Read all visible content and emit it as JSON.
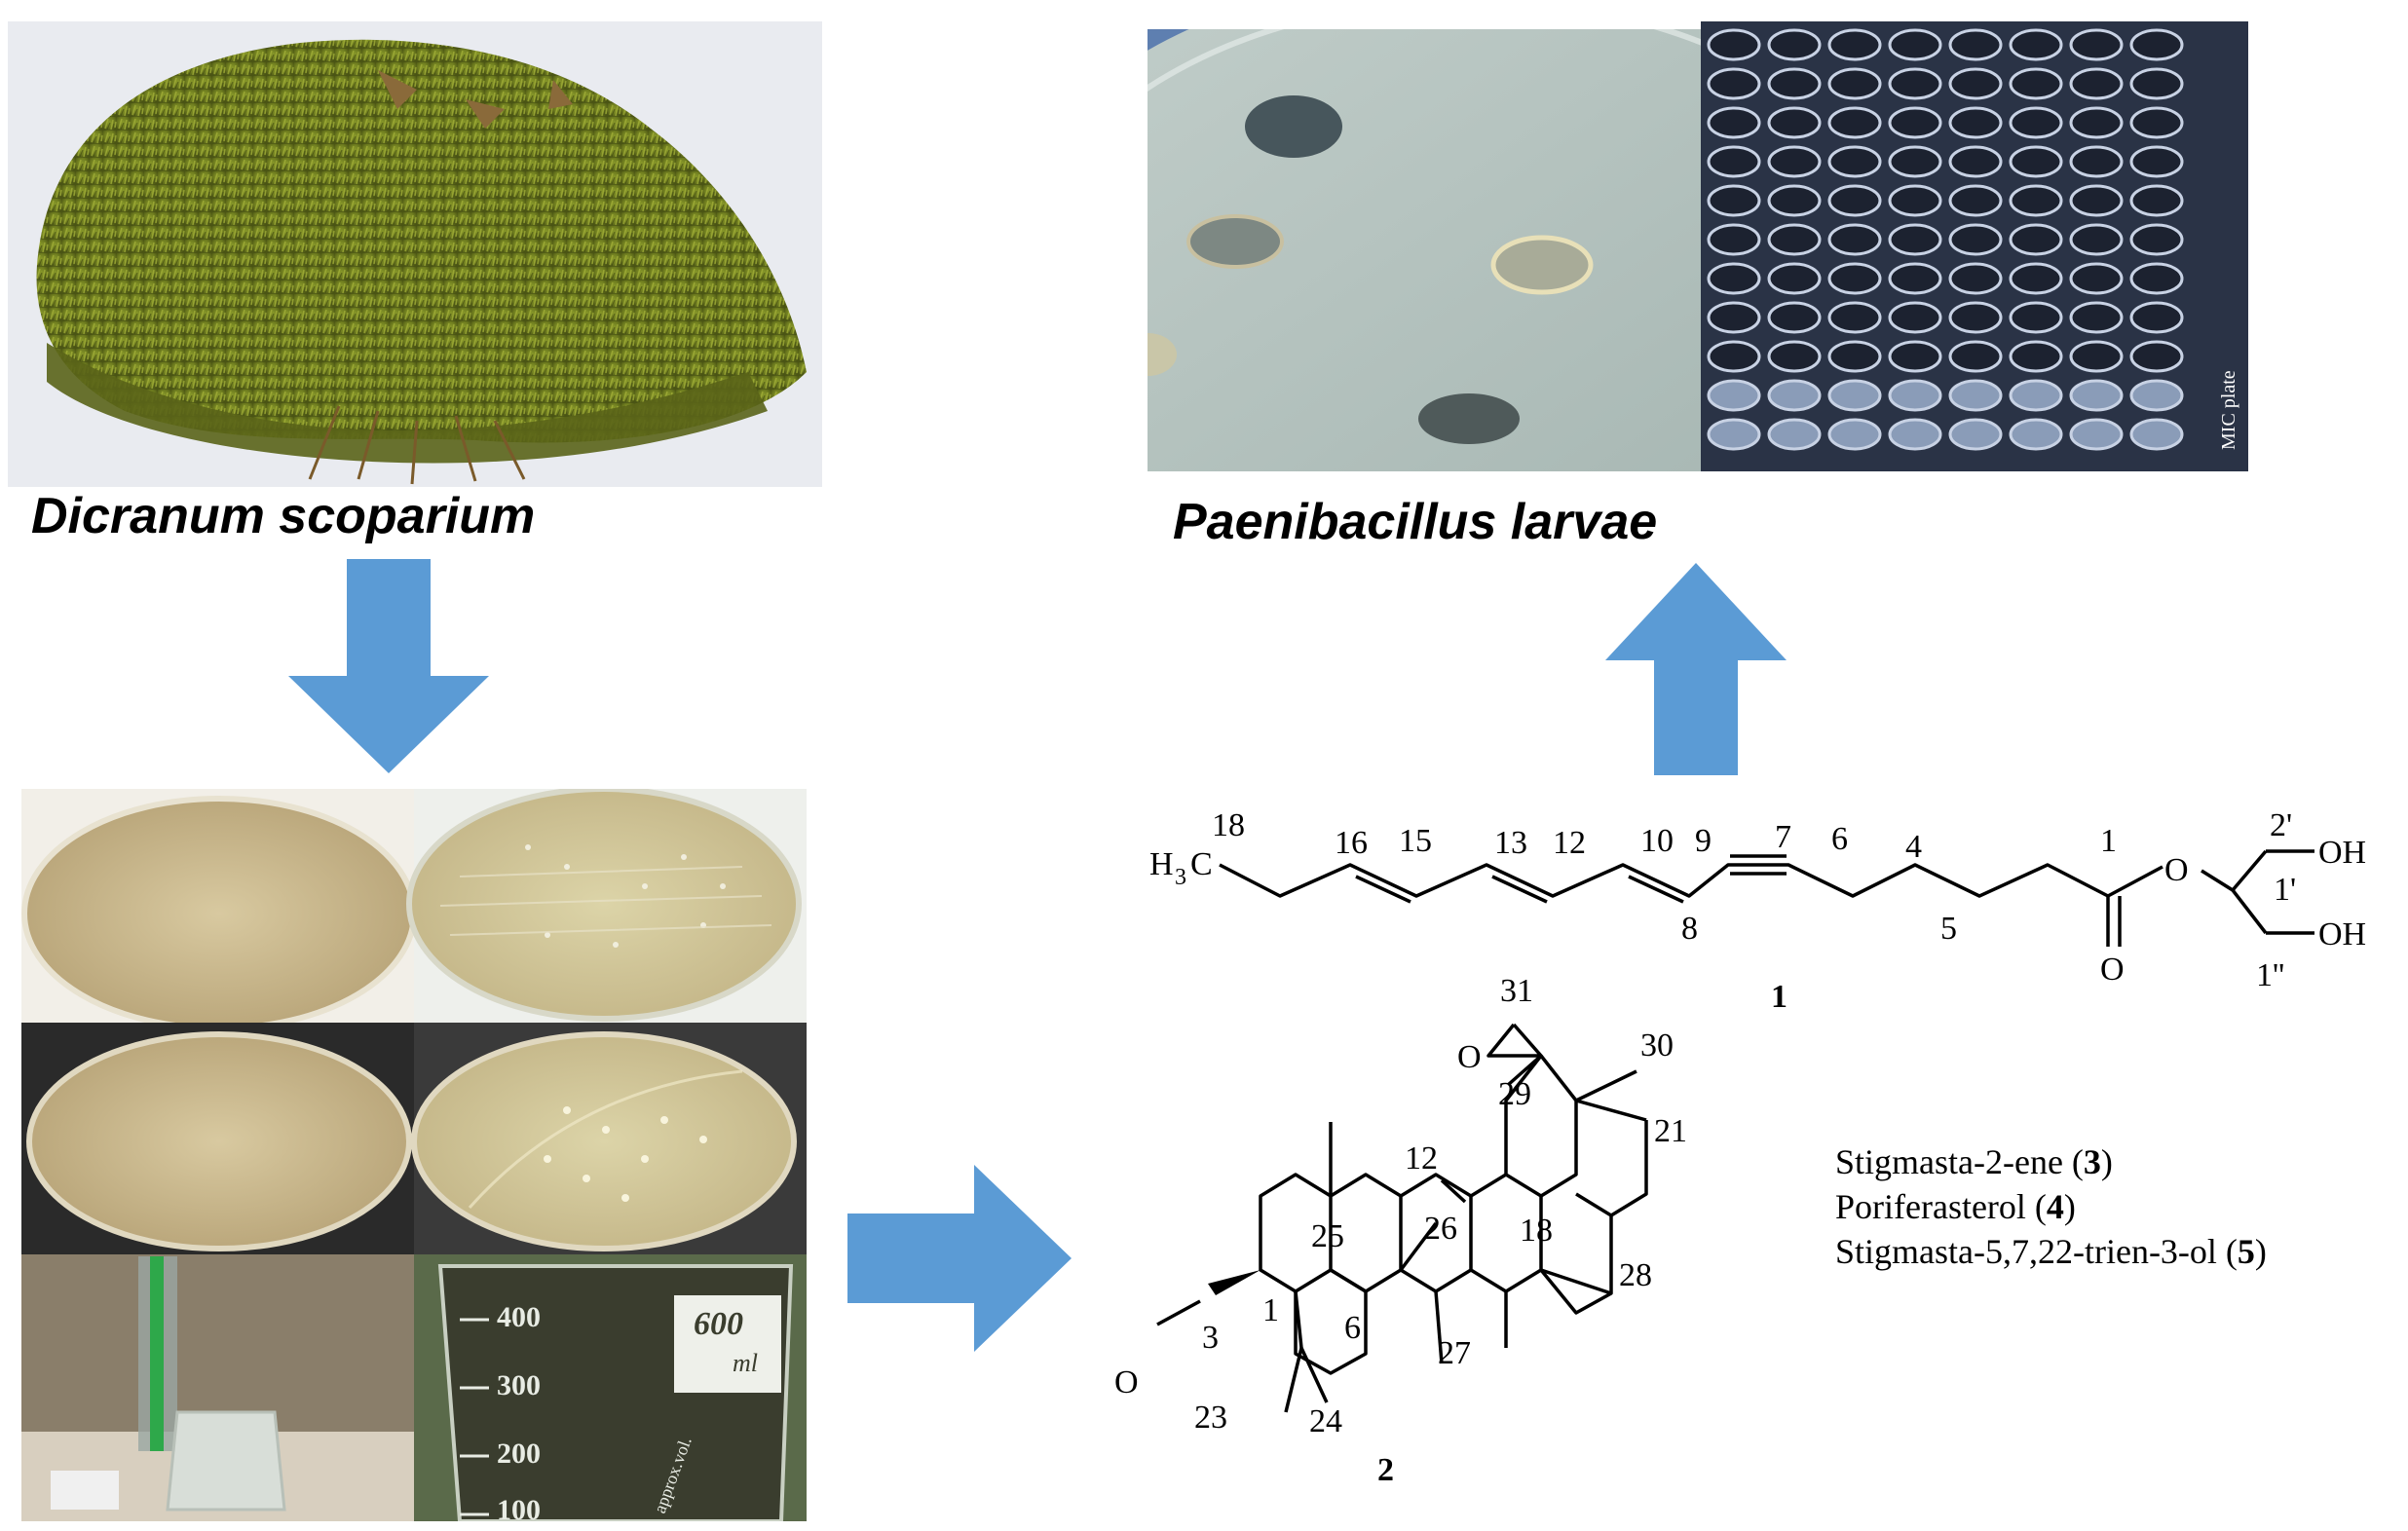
{
  "captions": {
    "moss": "Dicranum scoparium",
    "bacteria": "Paenibacillus larvae"
  },
  "well_plate_label": "MIC plate",
  "beaker": {
    "marks": [
      "400",
      "300",
      "200",
      "100"
    ],
    "volume": "600",
    "unit": "ml",
    "note": "approx.vol."
  },
  "compound1": {
    "number": "1",
    "methyl": "H",
    "methyl_sub": "3",
    "methyl_end": "C",
    "carbon_labels": [
      "18",
      "16",
      "15",
      "13",
      "12",
      "10",
      "9",
      "7",
      "6",
      "4",
      "8",
      "5",
      "1",
      "1'",
      "2'",
      "1''"
    ],
    "oxygen": "O",
    "hydroxyl": "OH"
  },
  "compound2": {
    "number": "2",
    "carbon_labels": [
      "31",
      "30",
      "29",
      "21",
      "12",
      "25",
      "26",
      "18",
      "28",
      "1",
      "3",
      "6",
      "27",
      "23",
      "24"
    ],
    "oxygen": "O"
  },
  "other_compounds": [
    {
      "name": "Stigmasta-2-ene (",
      "num": "3",
      "close": ")"
    },
    {
      "name": "Poriferasterol (",
      "num": "4",
      "close": ")"
    },
    {
      "name": "Stigmasta-5,7,22-trien-3-ol (",
      "num": "5",
      "close": ")"
    }
  ],
  "colors": {
    "arrow": "#5b9bd5",
    "moss": "#6b7a1f",
    "agar": "#c9b88a"
  }
}
